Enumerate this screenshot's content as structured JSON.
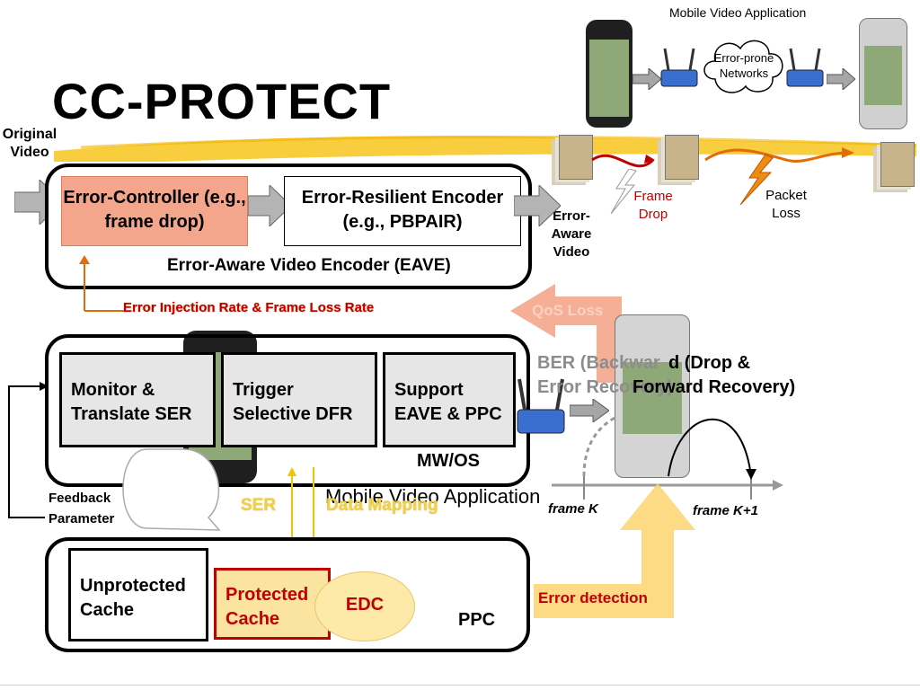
{
  "title": "CC-PROTECT",
  "original_video": "Original Video",
  "top_app": {
    "label": "Mobile Video Application",
    "cloud": "Error-prone Networks",
    "frame_drop": "Frame Drop",
    "packet_loss": "Packet Loss",
    "error_aware_video": "Error-Aware Video"
  },
  "eave": {
    "controller": "Error-Controller (e.g., frame drop)",
    "encoder": "Error-Resilient Encoder (e.g., PBPAIR)",
    "caption": "Error-Aware Video Encoder (EAVE)",
    "feedback_line": "Error Injection Rate  & Frame Loss Rate"
  },
  "mw": {
    "monitor": "Monitor & Translate SER",
    "trigger": "Trigger Selective DFR",
    "support": "Support EAVE & PPC",
    "caption": "MW/OS",
    "feedback_parameter": "Feedback Parameter",
    "ser": "SER",
    "data_mapping": "Data Mapping",
    "mobile_app": "Mobile Video Application"
  },
  "right": {
    "qos_loss": "QoS Loss",
    "ber": "BER (Backwar",
    "error_rec": "Error Recovery)",
    "drop_forward_1": "d (Drop &",
    "drop_forward_2": "Forward Recovery)",
    "frame_k": "frame K",
    "frame_k1": "frame K+1",
    "error_detection": "Error detection"
  },
  "ppc": {
    "unprotected": "Unprotected Cache",
    "protected": "Protected Cache",
    "edc": "EDC",
    "caption": "PPC"
  },
  "colors": {
    "controller_fill": "#f4a68c",
    "orange": "#e36c0a",
    "yellow": "#f2d14a",
    "yellow_arrow": "#fdd46f",
    "protected_fill": "#fbe3a0",
    "edc_fill": "#fde9a8",
    "red_text": "#c00000"
  }
}
